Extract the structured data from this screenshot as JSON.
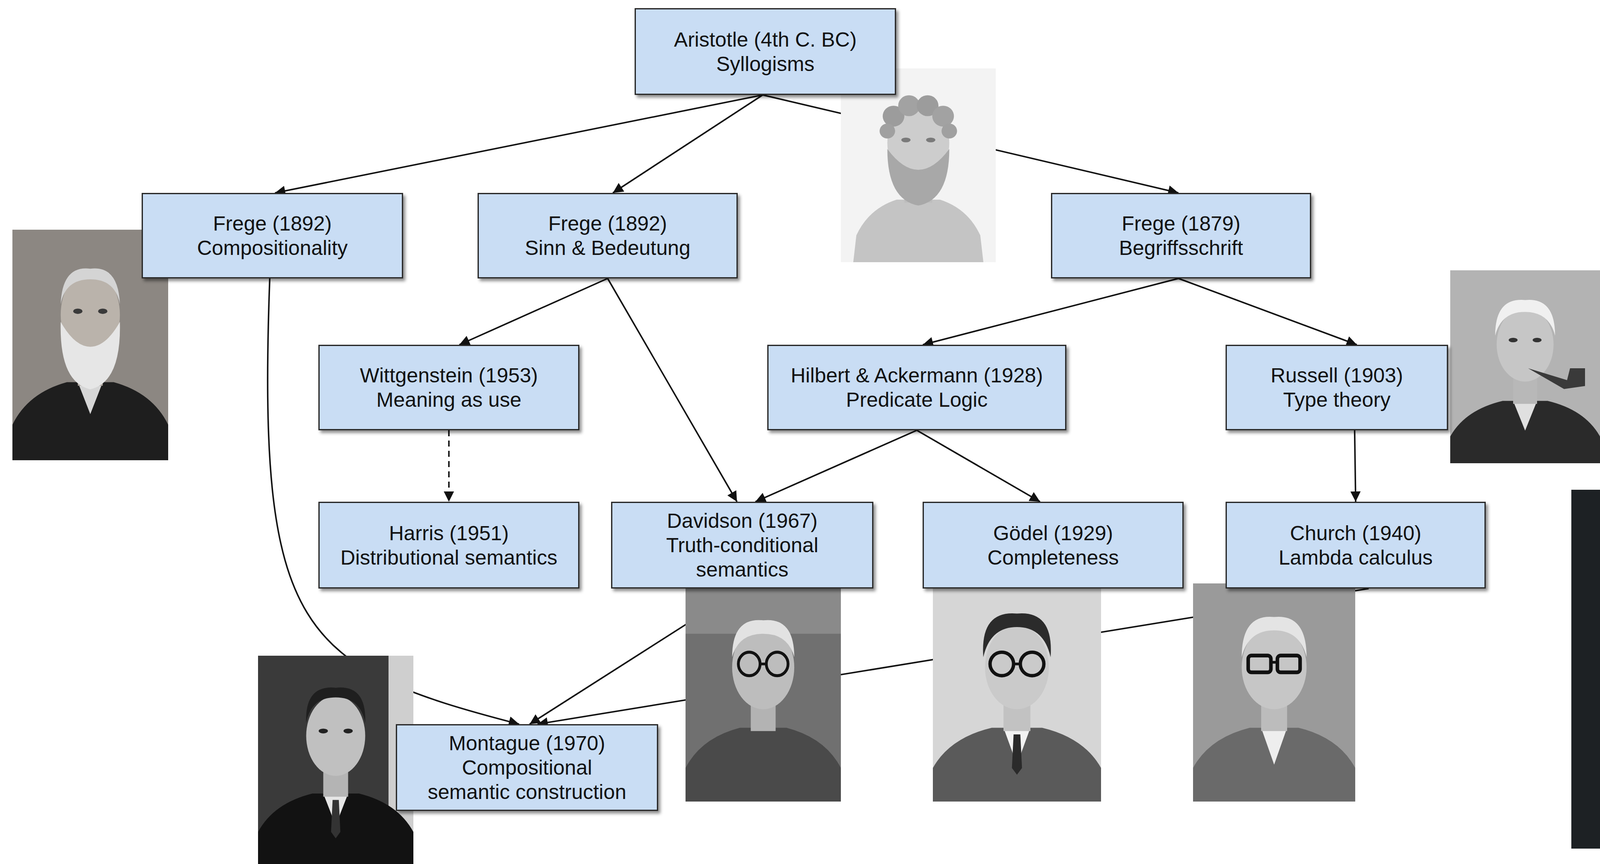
{
  "diagram": {
    "nodes": [
      {
        "text": [
          "Aristotle (4th C. BC)",
          "Syllogisms"
        ]
      },
      {
        "text": [
          "Frege (1892)",
          "Compositionality"
        ]
      },
      {
        "text": [
          "Frege (1892)",
          "Sinn & Bedeutung"
        ]
      },
      {
        "text": [
          "Frege (1879)",
          "Begriffsschrift"
        ]
      },
      {
        "text": [
          "Wittgenstein (1953)",
          "Meaning as use"
        ]
      },
      {
        "text": [
          "Hilbert & Ackermann (1928)",
          "Predicate Logic"
        ]
      },
      {
        "text": [
          "Russell (1903)",
          "Type theory"
        ]
      },
      {
        "text": [
          "Harris (1951)",
          "Distributional semantics"
        ]
      },
      {
        "text": [
          "Davidson (1967)",
          "Truth-conditional semantics"
        ]
      },
      {
        "text": [
          "Gödel (1929)",
          "Completeness"
        ]
      },
      {
        "text": [
          "Church (1940)",
          "Lambda calculus"
        ]
      },
      {
        "text": [
          "Montague (1970)",
          "Compositional semantic construction"
        ]
      }
    ],
    "edges": [
      {
        "from": 0,
        "to": 1,
        "arrow": "to"
      },
      {
        "from": 0,
        "to": 2,
        "arrow": "to"
      },
      {
        "from": 0,
        "to": 3,
        "arrow": "to"
      },
      {
        "from": 1,
        "to": 11,
        "arrow": "to"
      },
      {
        "from": 2,
        "to": 4,
        "arrow": "to"
      },
      {
        "from": 2,
        "to": 8,
        "arrow": "to"
      },
      {
        "from": 3,
        "to": 5,
        "arrow": "to"
      },
      {
        "from": 3,
        "to": 6,
        "arrow": "to"
      },
      {
        "from": 4,
        "to": 7,
        "arrow": "to"
      },
      {
        "from": 5,
        "to": 8,
        "arrow": "to"
      },
      {
        "from": 5,
        "to": 9,
        "arrow": "to"
      },
      {
        "from": 6,
        "to": 10,
        "arrow": "to"
      },
      {
        "from": 8,
        "to": 11,
        "arrow": "to"
      },
      {
        "from": 10,
        "to": 11,
        "arrow": "to"
      }
    ]
  }
}
